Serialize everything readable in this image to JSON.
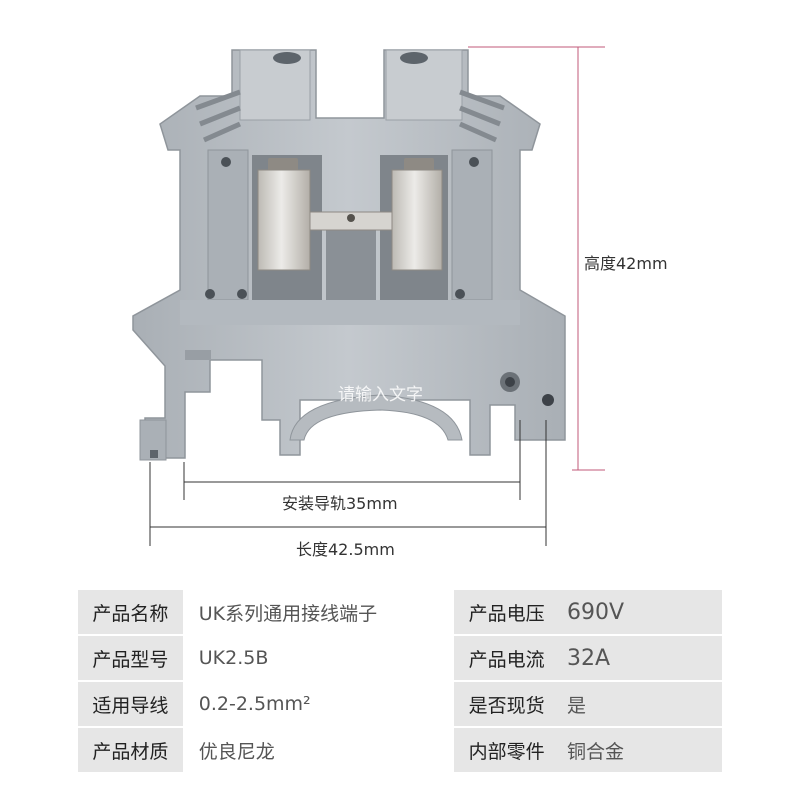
{
  "dimensions": {
    "height_label": "高度42mm",
    "rail_label": "安装导轨35mm",
    "length_label": "长度42.5mm"
  },
  "watermark": "请输入文字",
  "specs": [
    {
      "label1": "产品名称",
      "value1": "UK系列通用接线端子",
      "label2": "产品电压",
      "value2": "690V"
    },
    {
      "label1": "产品型号",
      "value1": "UK2.5B",
      "label2": "产品电流",
      "value2": "32A"
    },
    {
      "label1": "适用导线",
      "value1": "0.2-2.5mm²",
      "label2": "是否现货",
      "value2": "是"
    },
    {
      "label1": "产品材质",
      "value1": "优良尼龙",
      "label2": "内部零件",
      "value2": "铜合金"
    }
  ],
  "colors": {
    "body": "#b9bec3",
    "body_dark": "#9ea4aa",
    "metal": "#dcdad6",
    "table_shade": "#e6e6e6"
  }
}
